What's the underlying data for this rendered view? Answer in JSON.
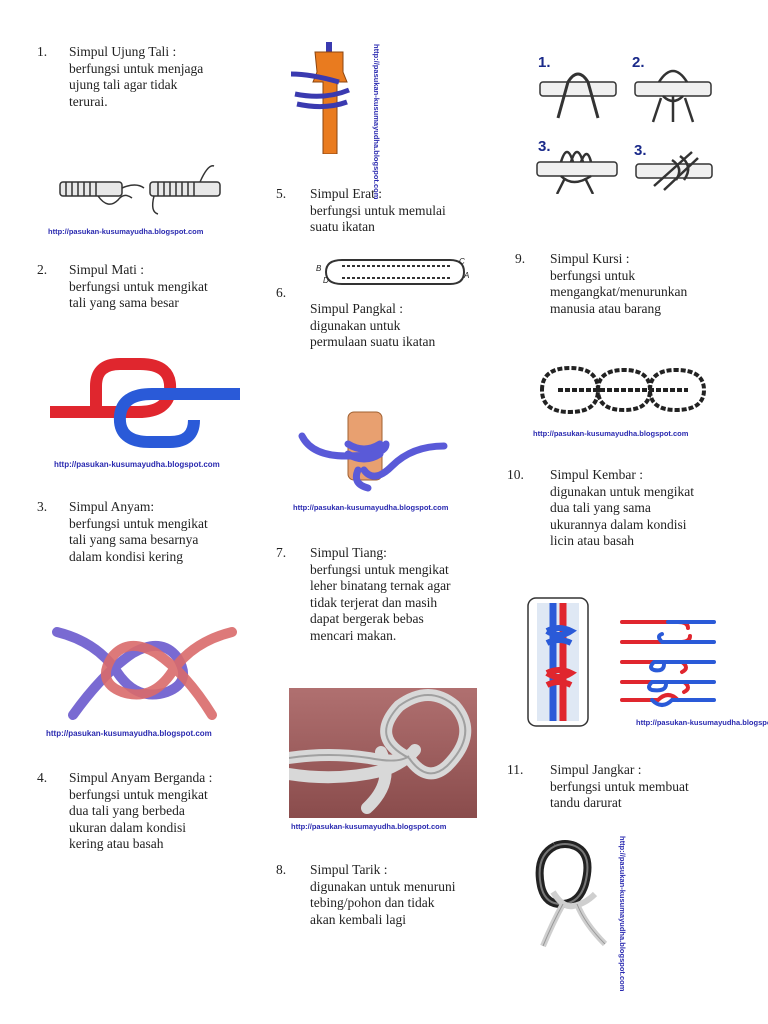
{
  "items": [
    {
      "num": "1.",
      "lines": [
        "Simpul Ujung Tali :",
        "berfungsi untuk menjaga",
        "ujung tali agar tidak",
        "terurai."
      ]
    },
    {
      "num": "2.",
      "lines": [
        "Simpul Mati :",
        "berfungsi untuk mengikat",
        "tali yang sama besar"
      ]
    },
    {
      "num": "3.",
      "lines": [
        "Simpul Anyam:",
        "berfungsi untuk mengikat",
        "tali yang sama besarnya",
        "dalam kondisi kering"
      ]
    },
    {
      "num": "4.",
      "lines": [
        "Simpul Anyam Berganda :",
        "berfungsi untuk mengikat",
        "dua tali yang berbeda",
        "ukuran dalam kondisi",
        "kering atau basah"
      ]
    },
    {
      "num": "5.",
      "lines": [
        "Simpul Erat :",
        "berfungsi untuk memulai",
        "suatu ikatan"
      ]
    },
    {
      "num": "6.",
      "lines": [
        "Simpul Pangkal :",
        "digunakan untuk",
        "permulaan suatu ikatan"
      ]
    },
    {
      "num": "7.",
      "lines": [
        "Simpul Tiang:",
        "berfungsi untuk mengikat",
        "leher binatang ternak agar",
        "tidak terjerat dan masih",
        "dapat bergerak bebas",
        "mencari makan."
      ]
    },
    {
      "num": "8.",
      "lines": [
        "Simpul Tarik :",
        "digunakan untuk menuruni",
        "tebing/pohon dan tidak",
        "akan kembali lagi"
      ]
    },
    {
      "num": "9.",
      "lines": [
        "Simpul Kursi :",
        "berfungsi untuk",
        "mengangkat/menurunkan",
        "manusia atau barang"
      ]
    },
    {
      "num": "10.",
      "lines": [
        "Simpul Kembar :",
        "digunakan untuk mengikat",
        "dua tali yang sama",
        "ukurannya dalam kondisi",
        "licin atau basah"
      ]
    },
    {
      "num": "11.",
      "lines": [
        "Simpul Jangkar :",
        "berfungsi untuk membuat",
        "tandu darurat"
      ]
    }
  ],
  "watermarks": {
    "short": "http://pasukan-kusumayudha.blogspot.com",
    "alt": "http://pasukan-kusumayudha.blogspot.com",
    "vertical": "http://pasukan-kusumayudha.blogspot.com"
  },
  "steps": [
    "1.",
    "2.",
    "3.",
    "3."
  ],
  "ab_labels": [
    "B",
    "C",
    "D",
    "A"
  ],
  "colors": {
    "red": "#e0262e",
    "blue": "#2a5ad8",
    "rope_dark": "#333333",
    "navy": "#2a2ab0"
  }
}
